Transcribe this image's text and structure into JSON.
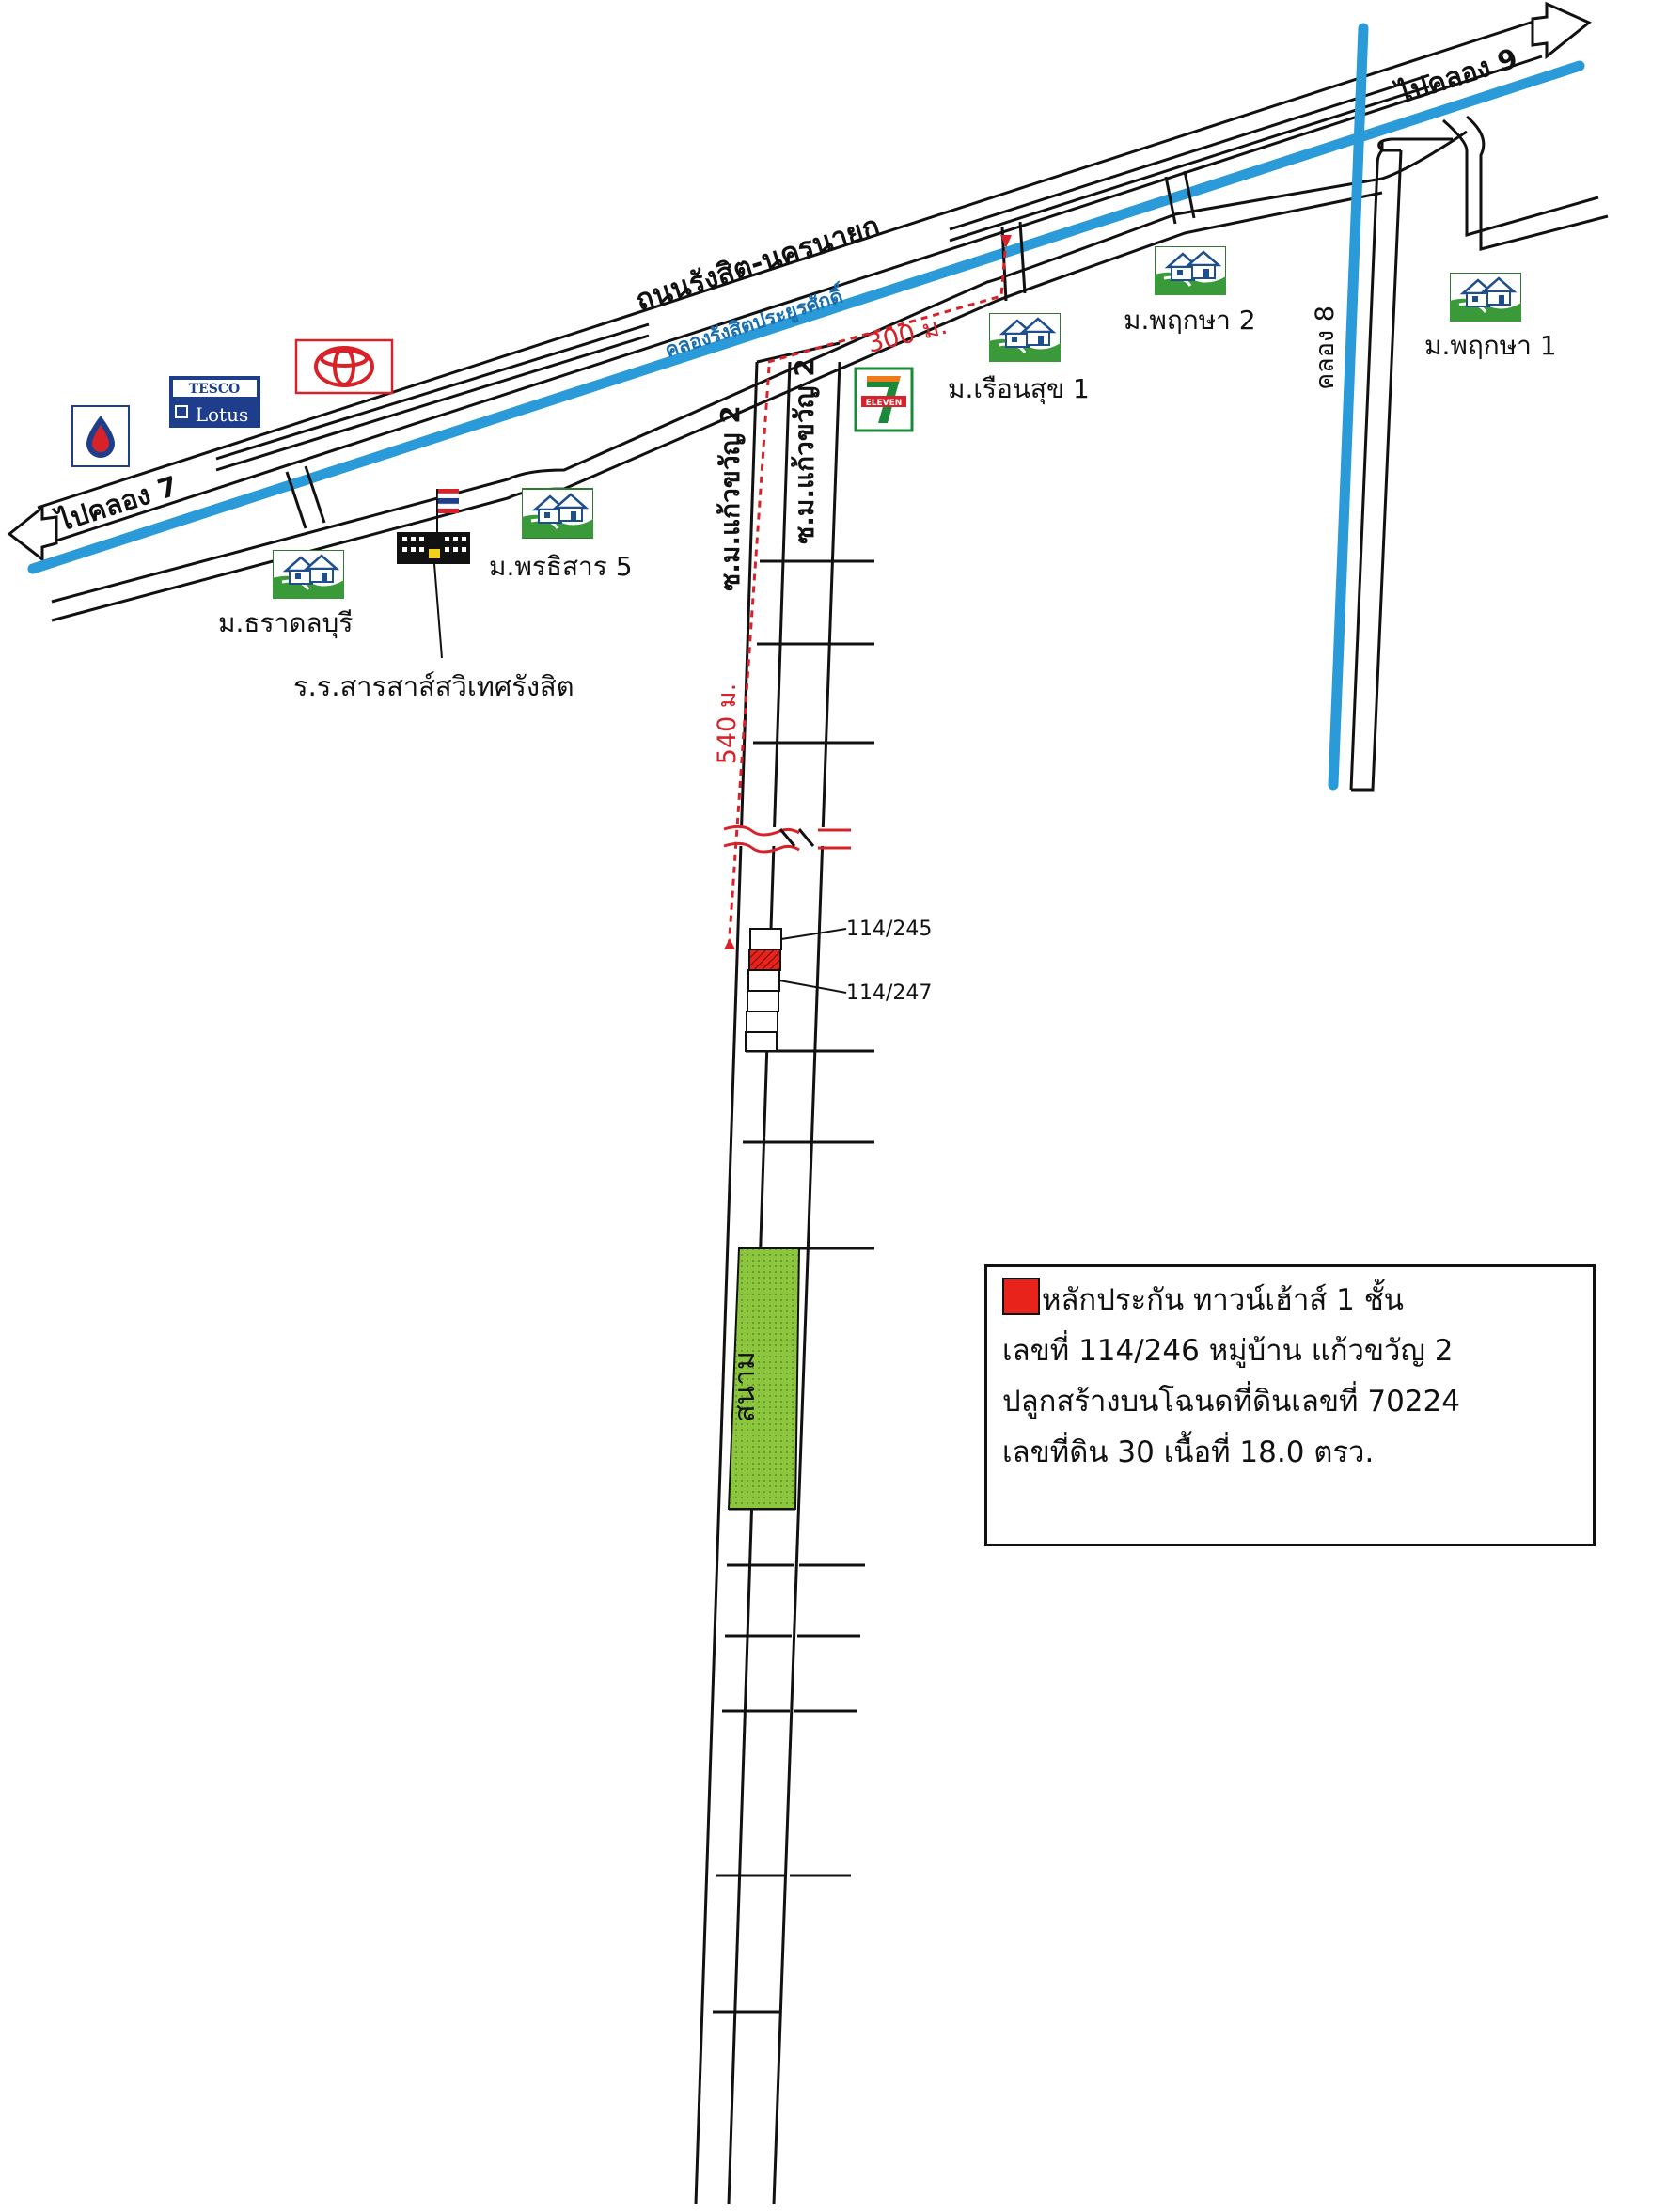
{
  "roads": {
    "main_road": "ถนนรังสิต-นครนายก",
    "canal_main": "คลองรังสิตประยูรศักดิ์",
    "to_west": "ไปคลอง 7",
    "to_east": "ไปคลอง 9",
    "canal_8": "คลอง 8",
    "soi_west": "ซ.ม.แก้วขวัญ 2",
    "soi_east": "ซ.ม.แก้วขวัญ 2"
  },
  "distances": {
    "d1": "300 ม.",
    "d2": "540 ม."
  },
  "places": {
    "pruksa2": "ม.พฤกษา 2",
    "pruksa1": "ม.พฤกษา 1",
    "ruensuk1": "ม.เรือนสุข 1",
    "pornsirsan5": "ม.พรธิสาร 5",
    "taradlburi": "ม.ธราดลบุรี",
    "school": "ร.ร.สารสาส์สวิเทศรังสิต"
  },
  "brands": {
    "tesco_top": "TESCO",
    "tesco_bottom": "Lotus",
    "seven_eleven": "ELEVEN"
  },
  "plots": {
    "p1": "114/245",
    "p2": "114/247"
  },
  "field_label": "สนาม",
  "legend": {
    "line1": "หลักประกัน ทาวน์เฮ้าส์ 1 ชั้น",
    "line2": "เลขที่ 114/246 หมู่บ้าน แก้วขวัญ 2",
    "line3": "ปลูกสร้างบนโฉนดที่ดินเลขที่ 70224",
    "line4": "เลขที่ดิน 30 เนื้อที่ 18.0 ตรว."
  },
  "colors": {
    "canal": "#2a9ad8",
    "distance": "#d8222a",
    "house": "#ffffff",
    "house_bg": "#3a9a3a",
    "field": "#8cc63f",
    "marker": "#e8231c",
    "seven_green": "#1a8a3a",
    "seven_orange": "#f07a1c"
  }
}
